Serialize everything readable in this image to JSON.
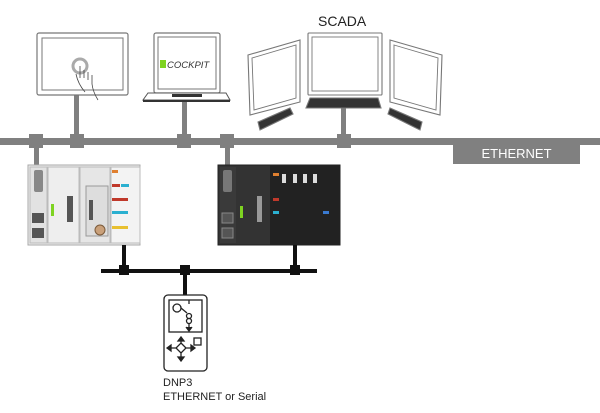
{
  "labels": {
    "scada": "SCADA",
    "ethernet": "ETHERNET",
    "cockpit": "COCKPIT",
    "dnp3": "DNP3",
    "dnp3_sub": "ETHERNET or Serial"
  },
  "colors": {
    "ethernet_bus": "#808080",
    "field_bus": "#111111",
    "accent_green": "#7ed321"
  },
  "icons": [
    "touch-panel-icon",
    "laptop-icon",
    "scada-monitors-icon",
    "plc-controller-icon",
    "dark-plc-controller-icon",
    "field-device-icon"
  ]
}
